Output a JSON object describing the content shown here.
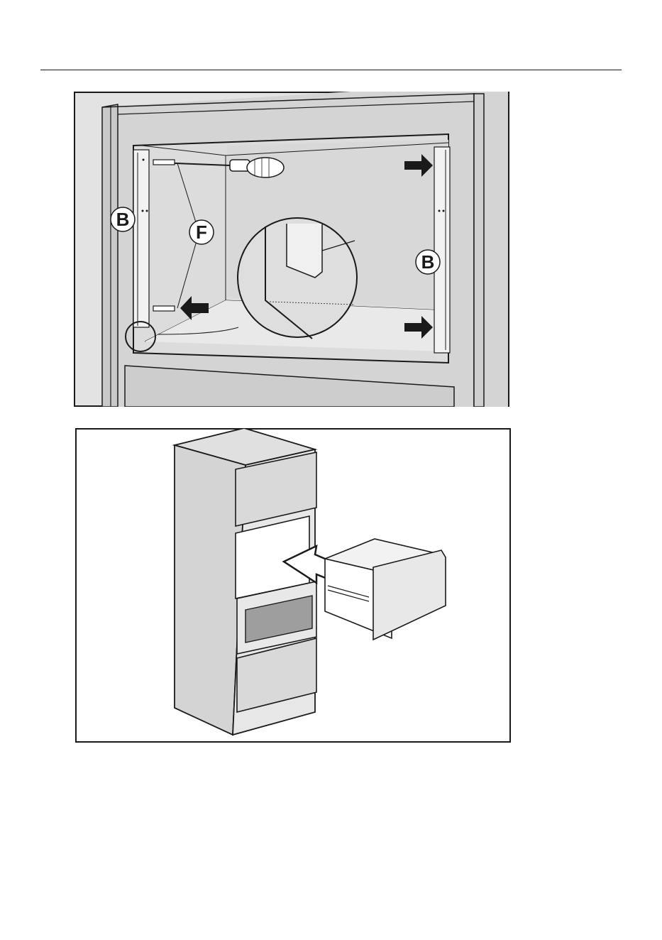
{
  "colors": {
    "panel": "#d9d9d9",
    "panel_light": "#e6e6e6",
    "line": "#1a1a1a",
    "window": "#9e9e9e",
    "white": "#ffffff"
  },
  "figure1": {
    "labels": {
      "side_strip_left": "B",
      "side_strip_right": "B",
      "screws": "F"
    },
    "icons": [
      "screwdriver-icon",
      "screw-icon",
      "arrow-right-icon",
      "arrow-left-icon",
      "magnifier-detail-icon"
    ]
  },
  "figure2": {
    "icons": [
      "tall-cabinet-icon",
      "oven-icon",
      "drawer-unit-icon",
      "insert-arrow-icon"
    ]
  }
}
